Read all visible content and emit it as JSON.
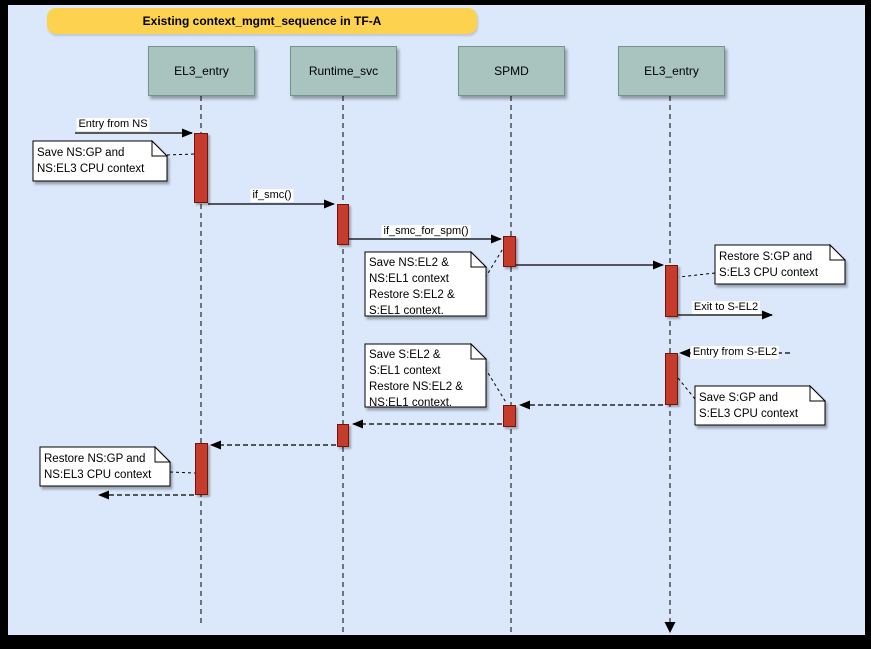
{
  "diagram": {
    "title": "Existing context_mgmt_sequence in TF-A",
    "lifelines": [
      {
        "name": "EL3_entry"
      },
      {
        "name": "Runtime_svc"
      },
      {
        "name": "SPMD"
      },
      {
        "name": "EL3_entry"
      }
    ],
    "messages": [
      {
        "label": "Entry from NS",
        "style": "solid",
        "from": "external",
        "to": "EL3_entry"
      },
      {
        "label": "if_smc()",
        "style": "solid",
        "from": "EL3_entry",
        "to": "Runtime_svc"
      },
      {
        "label": "if_smc_for_spm()",
        "style": "solid",
        "from": "Runtime_svc",
        "to": "SPMD"
      },
      {
        "label": "",
        "style": "solid",
        "from": "SPMD",
        "to": "EL3_entry_2"
      },
      {
        "label": "Exit to S-EL2",
        "style": "solid",
        "from": "EL3_entry_2",
        "to": "external"
      },
      {
        "label": "Entry from S-EL2",
        "style": "dashed",
        "from": "external",
        "to": "EL3_entry_2"
      },
      {
        "label": "",
        "style": "dashed",
        "from": "EL3_entry_2",
        "to": "SPMD"
      },
      {
        "label": "",
        "style": "dashed",
        "from": "SPMD",
        "to": "Runtime_svc"
      },
      {
        "label": "",
        "style": "dashed",
        "from": "Runtime_svc",
        "to": "EL3_entry"
      },
      {
        "label": "",
        "style": "dashed",
        "from": "EL3_entry",
        "to": "external"
      }
    ],
    "notes": [
      {
        "text": "Save NS:GP and\nNS:EL3 CPU context"
      },
      {
        "text": "Save NS:EL2 &\nNS:EL1 context\nRestore S:EL2 &\nS:EL1 context."
      },
      {
        "text": "Restore S:GP and\nS:EL3 CPU context"
      },
      {
        "text": "Save S:EL2 &\nS:EL1 context\nRestore NS:EL2 &\nNS:EL1 context."
      },
      {
        "text": "Save S:GP and\nS:EL3 CPU context"
      },
      {
        "text": "Restore NS:GP and\nNS:EL3 CPU context"
      }
    ],
    "colors": {
      "background": "#dbe8fc",
      "frame": "#000000",
      "title_fill": "#fcd24e",
      "lifeline_fill": "#a9c3be",
      "activation_fill": "#c63c2c",
      "note_fill": "#ffffff"
    }
  }
}
